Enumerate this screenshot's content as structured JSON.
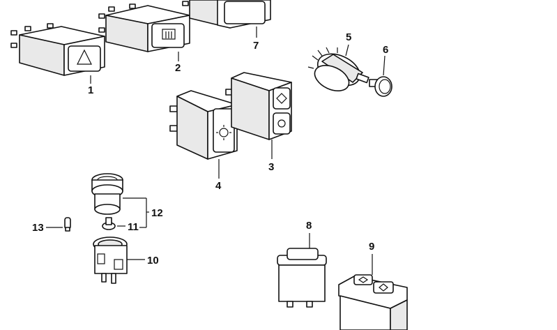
{
  "callouts": {
    "c1": "1",
    "c2": "2",
    "c3": "3",
    "c4": "4",
    "c5": "5",
    "c6": "6",
    "c7": "7",
    "c8": "8",
    "c9": "9",
    "c10": "10",
    "c11": "11",
    "c12": "12",
    "c13": "13"
  },
  "icons": {
    "hazard": "hazard-triangle-icon",
    "rear_defrost": "rear-defrost-icon",
    "light": "light-bulb-icon",
    "diamond": "diamond-symbol-icon"
  }
}
